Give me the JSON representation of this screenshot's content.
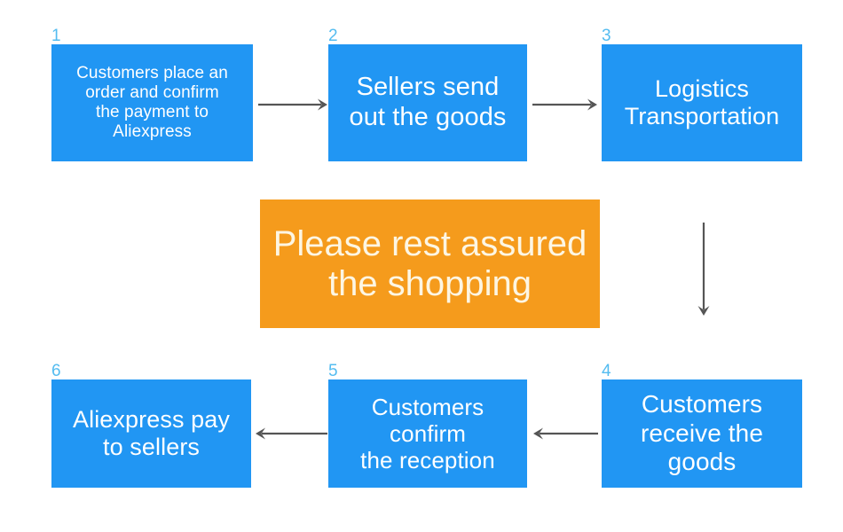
{
  "diagram": {
    "title": "Aliexpress order process flowchart",
    "colors": {
      "box_blue": "#2196f3",
      "banner_orange": "#f59b1c",
      "number_blue": "#54bcf0",
      "arrow_gray": "#555555",
      "box_text": "#ffffff",
      "banner_text": "#fdf6e3",
      "background": "#ffffff"
    },
    "steps": [
      {
        "number": "1",
        "label": "Customers place an\norder and confirm\nthe payment to\nAliexpress",
        "font_size": "19px"
      },
      {
        "number": "2",
        "label": "Sellers send\nout the goods",
        "font_size": "29px"
      },
      {
        "number": "3",
        "label": "Logistics\nTransportation",
        "font_size": "27px"
      },
      {
        "number": "4",
        "label": "Customers\nreceive the\ngoods",
        "font_size": "28px"
      },
      {
        "number": "5",
        "label": "Customers\nconfirm\nthe reception",
        "font_size": "26px"
      },
      {
        "number": "6",
        "label": "Aliexpress pay\nto sellers",
        "font_size": "27px"
      }
    ],
    "banner": {
      "label": "Please rest assured\nthe shopping",
      "font_size": "40px"
    },
    "connectors": [
      {
        "name": "arrow-step1-to-step2",
        "direction": "right"
      },
      {
        "name": "arrow-step2-to-step3",
        "direction": "right"
      },
      {
        "name": "arrow-step3-to-step4",
        "direction": "down"
      },
      {
        "name": "arrow-step4-to-step5",
        "direction": "left"
      },
      {
        "name": "arrow-step5-to-step6",
        "direction": "left"
      }
    ]
  }
}
